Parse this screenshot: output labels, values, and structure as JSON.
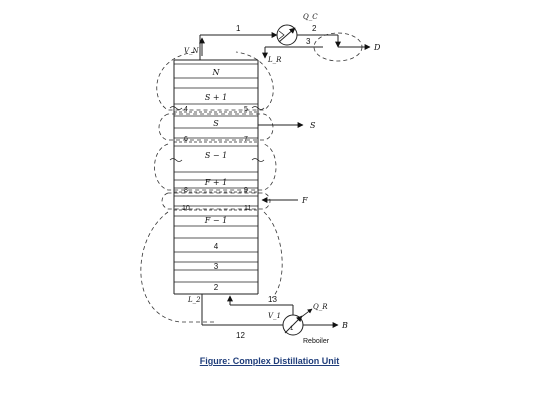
{
  "caption": "Figure: Complex Distillation Unit",
  "stages": {
    "top": "N",
    "s_plus_1": "S + 1",
    "side": "S",
    "s_minus_1": "S − 1",
    "f_plus_1": "F + 1",
    "f_minus_1": "F − 1",
    "tray4": "4",
    "tray3": "3",
    "tray2": "2"
  },
  "streams": {
    "s1": "1",
    "s2": "2",
    "s3": "3",
    "s4": "4",
    "s5": "5",
    "s6": "6",
    "s7": "7",
    "s8": "8",
    "s9": "9",
    "s10": "10",
    "s11": "11",
    "s12": "12",
    "s13": "13"
  },
  "labels": {
    "vn": "V_N",
    "lr": "L_R",
    "qc": "Q_C",
    "qr": "Q_R",
    "d": "D",
    "s": "S",
    "f": "F",
    "b": "B",
    "l2": "L_2",
    "v1": "V_1",
    "reboiler": "Reboiler",
    "one": "1"
  }
}
